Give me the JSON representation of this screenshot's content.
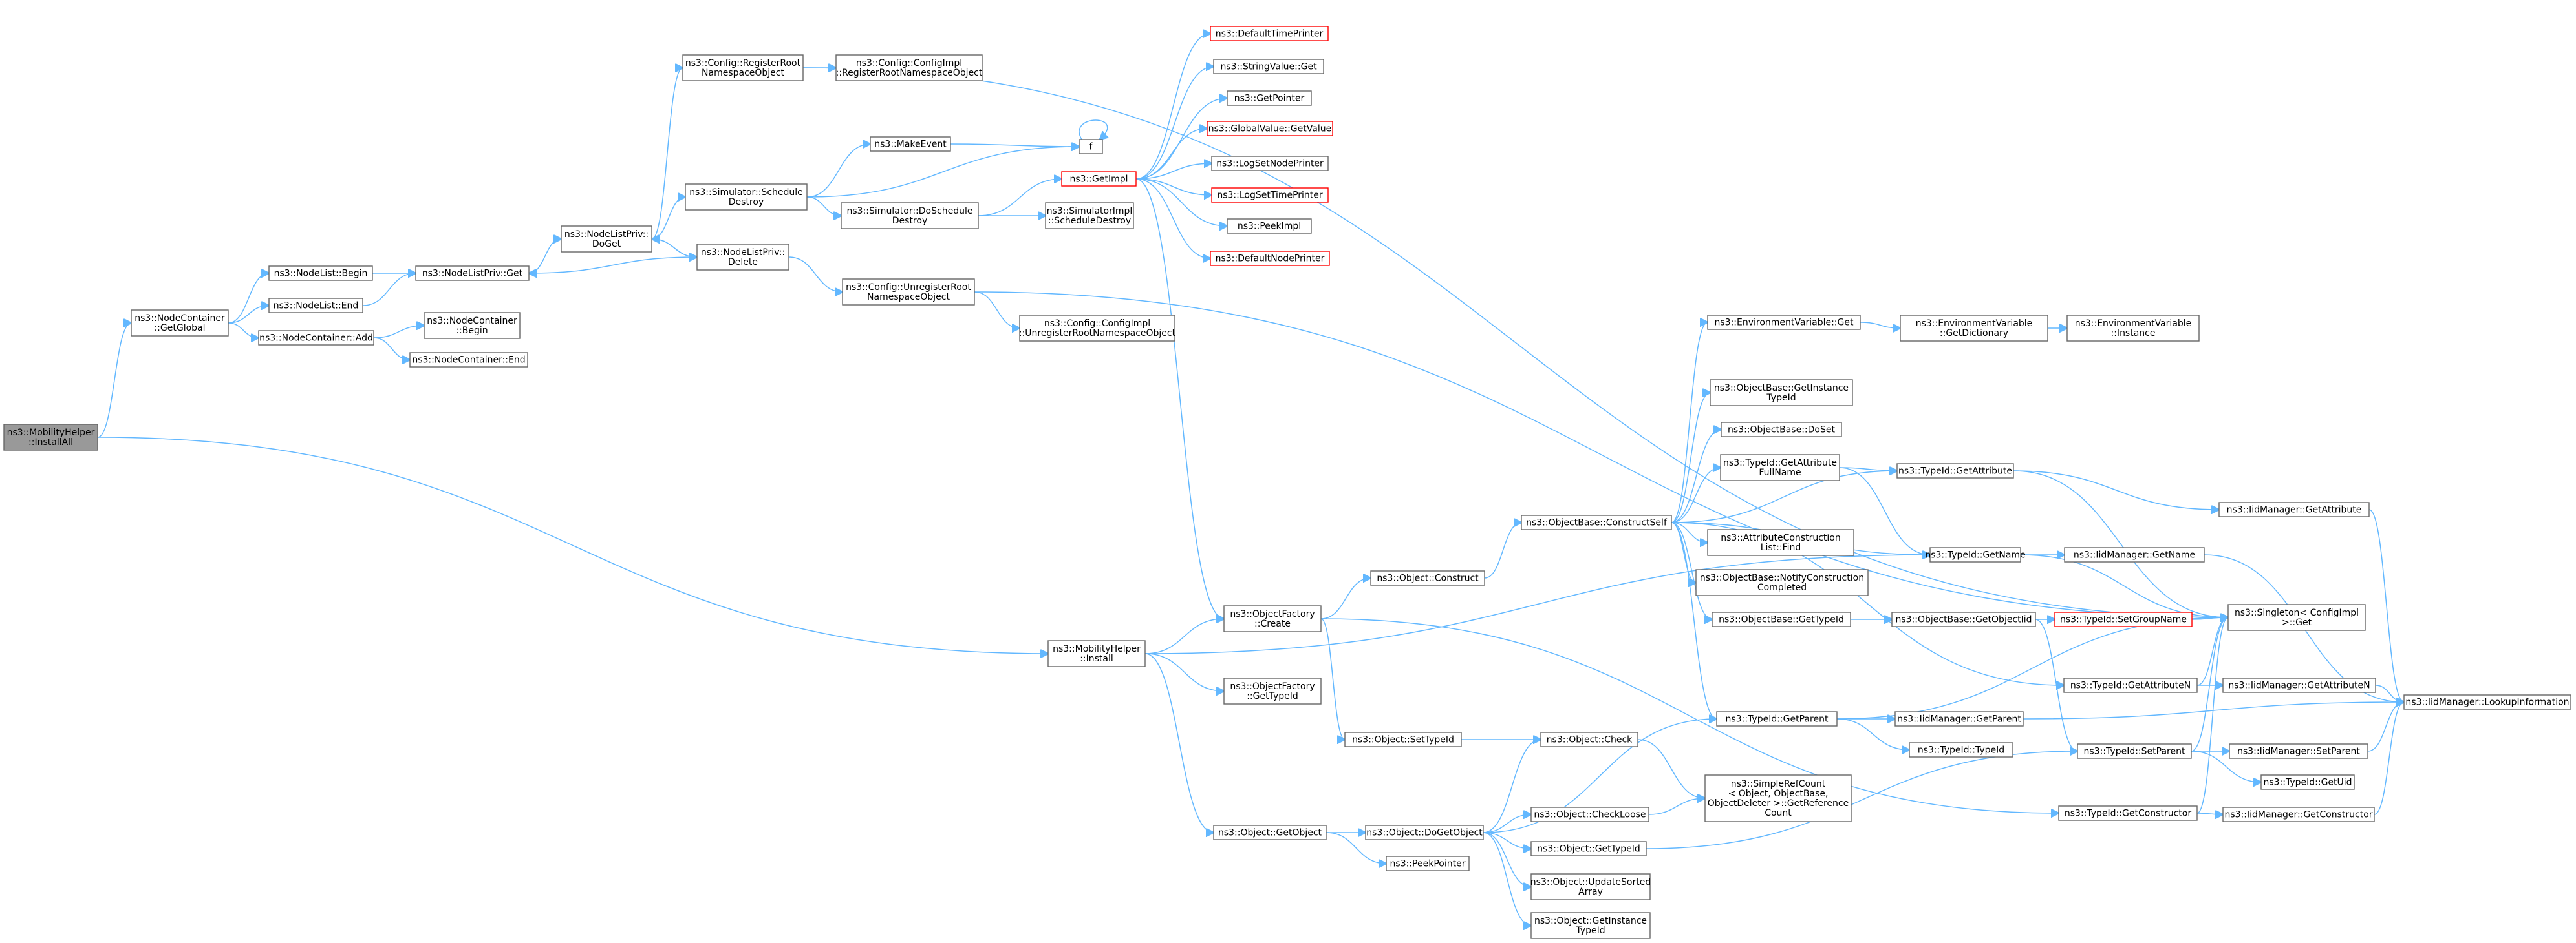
{
  "colors": {
    "edge": "#63b8ff",
    "node_border": "#666666",
    "node_border_highlight": "#ff0000",
    "root_fill": "#999999"
  },
  "nodes": [
    {
      "id": "root",
      "lines": [
        "ns3::MobilityHelper",
        "::InstallAll"
      ],
      "style": "root"
    },
    {
      "id": "ncGetGlobal",
      "lines": [
        "ns3::NodeContainer",
        "::GetGlobal"
      ]
    },
    {
      "id": "nlBegin",
      "lines": [
        "ns3::NodeList::Begin"
      ]
    },
    {
      "id": "nlEnd",
      "lines": [
        "ns3::NodeList::End"
      ]
    },
    {
      "id": "ncAdd",
      "lines": [
        "ns3::NodeContainer::Add"
      ]
    },
    {
      "id": "nlpGet",
      "lines": [
        "ns3::NodeListPriv::Get"
      ]
    },
    {
      "id": "ncBegin",
      "lines": [
        "ns3::NodeContainer",
        "::Begin"
      ]
    },
    {
      "id": "ncEnd",
      "lines": [
        "ns3::NodeContainer::End"
      ]
    },
    {
      "id": "nlpDoGet",
      "lines": [
        "ns3::NodeListPriv::",
        "DoGet"
      ]
    },
    {
      "id": "nlpDelete",
      "lines": [
        "ns3::NodeListPriv::",
        "Delete"
      ]
    },
    {
      "id": "cfgRegRoot",
      "lines": [
        "ns3::Config::RegisterRoot",
        "NamespaceObject"
      ]
    },
    {
      "id": "cfgImplReg",
      "lines": [
        "ns3::Config::ConfigImpl",
        "::RegisterRootNamespaceObject"
      ]
    },
    {
      "id": "simSchedDestroy",
      "lines": [
        "ns3::Simulator::Schedule",
        "Destroy"
      ]
    },
    {
      "id": "makeEvent",
      "lines": [
        "ns3::MakeEvent"
      ]
    },
    {
      "id": "f",
      "lines": [
        "f"
      ]
    },
    {
      "id": "simDoSchedDestroy",
      "lines": [
        "ns3::Simulator::DoSchedule",
        "Destroy"
      ]
    },
    {
      "id": "simImplSchedDestroy",
      "lines": [
        "ns3::SimulatorImpl",
        "::ScheduleDestroy"
      ]
    },
    {
      "id": "getImpl",
      "lines": [
        "ns3::GetImpl"
      ],
      "style": "red"
    },
    {
      "id": "cfgUnregRoot",
      "lines": [
        "ns3::Config::UnregisterRoot",
        "NamespaceObject"
      ]
    },
    {
      "id": "cfgImplUnreg",
      "lines": [
        "ns3::Config::ConfigImpl",
        "::UnregisterRootNamespaceObject"
      ]
    },
    {
      "id": "defTimePrinter",
      "lines": [
        "ns3::DefaultTimePrinter"
      ],
      "style": "red"
    },
    {
      "id": "stringValueGet",
      "lines": [
        "ns3::StringValue::Get"
      ]
    },
    {
      "id": "getPointer",
      "lines": [
        "ns3::GetPointer"
      ]
    },
    {
      "id": "globalValueGetValue",
      "lines": [
        "ns3::GlobalValue::GetValue"
      ],
      "style": "red"
    },
    {
      "id": "logSetNodePrinter",
      "lines": [
        "ns3::LogSetNodePrinter"
      ]
    },
    {
      "id": "logSetTimePrinter",
      "lines": [
        "ns3::LogSetTimePrinter"
      ],
      "style": "red"
    },
    {
      "id": "peekImpl",
      "lines": [
        "ns3::PeekImpl"
      ]
    },
    {
      "id": "defNodePrinter",
      "lines": [
        "ns3::DefaultNodePrinter"
      ],
      "style": "red"
    },
    {
      "id": "mhInstall",
      "lines": [
        "ns3::MobilityHelper",
        "::Install"
      ]
    },
    {
      "id": "ofCreate",
      "lines": [
        "ns3::ObjectFactory",
        "::Create"
      ]
    },
    {
      "id": "ofGetTypeId",
      "lines": [
        "ns3::ObjectFactory",
        "::GetTypeId"
      ]
    },
    {
      "id": "objGetObject",
      "lines": [
        "ns3::Object::GetObject"
      ]
    },
    {
      "id": "objConstruct",
      "lines": [
        "ns3::Object::Construct"
      ]
    },
    {
      "id": "objSetTypeId",
      "lines": [
        "ns3::Object::SetTypeId"
      ]
    },
    {
      "id": "objDoGetObject",
      "lines": [
        "ns3::Object::DoGetObject"
      ]
    },
    {
      "id": "peekPointer",
      "lines": [
        "ns3::PeekPointer"
      ]
    },
    {
      "id": "obConstructSelf",
      "lines": [
        "ns3::ObjectBase::ConstructSelf"
      ]
    },
    {
      "id": "objCheck",
      "lines": [
        "ns3::Object::Check"
      ]
    },
    {
      "id": "objCheckLoose",
      "lines": [
        "ns3::Object::CheckLoose"
      ]
    },
    {
      "id": "objGetTypeId",
      "lines": [
        "ns3::Object::GetTypeId"
      ]
    },
    {
      "id": "objUpdateSorted",
      "lines": [
        "ns3::Object::UpdateSorted",
        "Array"
      ]
    },
    {
      "id": "objGetInstanceTypeId",
      "lines": [
        "ns3::Object::GetInstance",
        "TypeId"
      ]
    },
    {
      "id": "envGet",
      "lines": [
        "ns3::EnvironmentVariable::Get"
      ]
    },
    {
      "id": "obGetInstanceTypeId",
      "lines": [
        "ns3::ObjectBase::GetInstance",
        "TypeId"
      ]
    },
    {
      "id": "obDoSet",
      "lines": [
        "ns3::ObjectBase::DoSet"
      ]
    },
    {
      "id": "tidGetAttrFullName",
      "lines": [
        "ns3::TypeId::GetAttribute",
        "FullName"
      ]
    },
    {
      "id": "acListFind",
      "lines": [
        "ns3::AttributeConstruction",
        "List::Find"
      ]
    },
    {
      "id": "obNotifyConstruction",
      "lines": [
        "ns3::ObjectBase::NotifyConstruction",
        "Completed"
      ]
    },
    {
      "id": "obGetTypeId",
      "lines": [
        "ns3::ObjectBase::GetTypeId"
      ]
    },
    {
      "id": "tidGetParent",
      "lines": [
        "ns3::TypeId::GetParent"
      ]
    },
    {
      "id": "simpleRefCount",
      "lines": [
        "ns3::SimpleRefCount",
        "< Object, ObjectBase,",
        "ObjectDeleter >::GetReference",
        "Count"
      ]
    },
    {
      "id": "envGetDictionary",
      "lines": [
        "ns3::EnvironmentVariable",
        "::GetDictionary"
      ]
    },
    {
      "id": "envInstance",
      "lines": [
        "ns3::EnvironmentVariable",
        "::Instance"
      ]
    },
    {
      "id": "tidGetAttribute",
      "lines": [
        "ns3::TypeId::GetAttribute"
      ]
    },
    {
      "id": "tidGetName",
      "lines": [
        "ns3::TypeId::GetName"
      ]
    },
    {
      "id": "obGetObjectIid",
      "lines": [
        "ns3::ObjectBase::GetObjectIid"
      ]
    },
    {
      "id": "tidTypeId",
      "lines": [
        "ns3::TypeId::TypeId"
      ]
    },
    {
      "id": "iidGetParent",
      "lines": [
        "ns3::IidManager::GetParent"
      ]
    },
    {
      "id": "tidSetGroupName",
      "lines": [
        "ns3::TypeId::SetGroupName"
      ],
      "style": "red"
    },
    {
      "id": "tidGetAttributeN",
      "lines": [
        "ns3::TypeId::GetAttributeN"
      ]
    },
    {
      "id": "tidSetParent",
      "lines": [
        "ns3::TypeId::SetParent"
      ]
    },
    {
      "id": "tidGetConstructor",
      "lines": [
        "ns3::TypeId::GetConstructor"
      ]
    },
    {
      "id": "iidGetName",
      "lines": [
        "ns3::IidManager::GetName"
      ]
    },
    {
      "id": "iidGetAttribute",
      "lines": [
        "ns3::IidManager::GetAttribute"
      ]
    },
    {
      "id": "singletonGet",
      "lines": [
        "ns3::Singleton< ConfigImpl",
        " >::Get"
      ]
    },
    {
      "id": "iidGetAttributeN",
      "lines": [
        "ns3::IidManager::GetAttributeN"
      ]
    },
    {
      "id": "iidSetParent",
      "lines": [
        "ns3::IidManager::SetParent"
      ]
    },
    {
      "id": "tidGetUid",
      "lines": [
        "ns3::TypeId::GetUid"
      ]
    },
    {
      "id": "iidGetConstructor",
      "lines": [
        "ns3::IidManager::GetConstructor"
      ]
    },
    {
      "id": "iidLookup",
      "lines": [
        "ns3::IidManager::LookupInformation"
      ]
    }
  ],
  "edges": [
    [
      "root",
      "ncGetGlobal"
    ],
    [
      "root",
      "mhInstall"
    ],
    [
      "ncGetGlobal",
      "nlBegin"
    ],
    [
      "ncGetGlobal",
      "nlEnd"
    ],
    [
      "ncGetGlobal",
      "ncAdd"
    ],
    [
      "nlBegin",
      "nlpGet"
    ],
    [
      "nlEnd",
      "nlpGet"
    ],
    [
      "ncAdd",
      "ncBegin"
    ],
    [
      "ncAdd",
      "ncEnd"
    ],
    [
      "nlpGet",
      "nlpDoGet"
    ],
    [
      "nlpDelete",
      "nlpDoGet"
    ],
    [
      "nlpDoGet",
      "nlpDelete"
    ],
    [
      "nlpDelete",
      "nlpGet"
    ],
    [
      "nlpDoGet",
      "cfgRegRoot"
    ],
    [
      "nlpDoGet",
      "simSchedDestroy"
    ],
    [
      "cfgRegRoot",
      "cfgImplReg"
    ],
    [
      "cfgRegRoot",
      "singletonGet"
    ],
    [
      "simSchedDestroy",
      "makeEvent"
    ],
    [
      "simSchedDestroy",
      "f"
    ],
    [
      "simSchedDestroy",
      "simDoSchedDestroy"
    ],
    [
      "makeEvent",
      "f"
    ],
    [
      "f",
      "f"
    ],
    [
      "simDoSchedDestroy",
      "getImpl"
    ],
    [
      "simDoSchedDestroy",
      "simImplSchedDestroy"
    ],
    [
      "nlpDelete",
      "cfgUnregRoot"
    ],
    [
      "cfgUnregRoot",
      "cfgImplUnreg"
    ],
    [
      "cfgUnregRoot",
      "singletonGet"
    ],
    [
      "getImpl",
      "defTimePrinter"
    ],
    [
      "getImpl",
      "stringValueGet"
    ],
    [
      "getImpl",
      "getPointer"
    ],
    [
      "getImpl",
      "globalValueGetValue"
    ],
    [
      "getImpl",
      "logSetNodePrinter"
    ],
    [
      "getImpl",
      "logSetTimePrinter"
    ],
    [
      "getImpl",
      "peekImpl"
    ],
    [
      "getImpl",
      "defNodePrinter"
    ],
    [
      "getImpl",
      "ofCreate"
    ],
    [
      "mhInstall",
      "ofCreate"
    ],
    [
      "mhInstall",
      "ofGetTypeId"
    ],
    [
      "mhInstall",
      "objGetObject"
    ],
    [
      "mhInstall",
      "tidGetName"
    ],
    [
      "ofCreate",
      "objConstruct"
    ],
    [
      "ofCreate",
      "objSetTypeId"
    ],
    [
      "ofCreate",
      "tidGetConstructor"
    ],
    [
      "objConstruct",
      "obConstructSelf"
    ],
    [
      "objSetTypeId",
      "objCheck"
    ],
    [
      "objGetObject",
      "objDoGetObject"
    ],
    [
      "objGetObject",
      "peekPointer"
    ],
    [
      "objDoGetObject",
      "tidGetParent"
    ],
    [
      "objDoGetObject",
      "objCheck"
    ],
    [
      "objDoGetObject",
      "objCheckLoose"
    ],
    [
      "objDoGetObject",
      "objGetTypeId"
    ],
    [
      "objDoGetObject",
      "objUpdateSorted"
    ],
    [
      "objDoGetObject",
      "objGetInstanceTypeId"
    ],
    [
      "objCheck",
      "simpleRefCount"
    ],
    [
      "objCheckLoose",
      "simpleRefCount"
    ],
    [
      "objGetTypeId",
      "tidSetParent"
    ],
    [
      "obConstructSelf",
      "envGet"
    ],
    [
      "obConstructSelf",
      "obGetInstanceTypeId"
    ],
    [
      "obConstructSelf",
      "obDoSet"
    ],
    [
      "obConstructSelf",
      "tidGetAttrFullName"
    ],
    [
      "obConstructSelf",
      "tidGetAttribute"
    ],
    [
      "obConstructSelf",
      "acListFind"
    ],
    [
      "obConstructSelf",
      "obNotifyConstruction"
    ],
    [
      "obConstructSelf",
      "obGetTypeId"
    ],
    [
      "obConstructSelf",
      "tidGetParent"
    ],
    [
      "obConstructSelf",
      "tidGetName"
    ],
    [
      "obConstructSelf",
      "tidGetAttributeN"
    ],
    [
      "envGet",
      "envGetDictionary"
    ],
    [
      "envGetDictionary",
      "envInstance"
    ],
    [
      "tidGetAttrFullName",
      "tidGetAttribute"
    ],
    [
      "tidGetAttrFullName",
      "tidGetName"
    ],
    [
      "obGetTypeId",
      "obGetObjectIid"
    ],
    [
      "obGetObjectIid",
      "tidSetGroupName"
    ],
    [
      "obGetObjectIid",
      "tidSetParent"
    ],
    [
      "tidGetParent",
      "tidTypeId"
    ],
    [
      "tidGetParent",
      "iidGetParent"
    ],
    [
      "tidGetParent",
      "singletonGet"
    ],
    [
      "iidGetParent",
      "iidLookup"
    ],
    [
      "tidGetAttribute",
      "iidGetAttribute"
    ],
    [
      "tidGetAttribute",
      "singletonGet"
    ],
    [
      "tidGetName",
      "iidGetName"
    ],
    [
      "tidGetName",
      "singletonGet"
    ],
    [
      "tidSetGroupName",
      "singletonGet"
    ],
    [
      "tidGetAttributeN",
      "iidGetAttributeN"
    ],
    [
      "tidGetAttributeN",
      "singletonGet"
    ],
    [
      "tidSetParent",
      "iidSetParent"
    ],
    [
      "tidSetParent",
      "tidGetUid"
    ],
    [
      "tidSetParent",
      "singletonGet"
    ],
    [
      "tidGetConstructor",
      "iidGetConstructor"
    ],
    [
      "tidGetConstructor",
      "singletonGet"
    ],
    [
      "iidGetName",
      "iidLookup"
    ],
    [
      "iidGetAttribute",
      "iidLookup"
    ],
    [
      "iidGetAttributeN",
      "iidLookup"
    ],
    [
      "iidSetParent",
      "iidLookup"
    ],
    [
      "iidGetConstructor",
      "iidLookup"
    ]
  ]
}
